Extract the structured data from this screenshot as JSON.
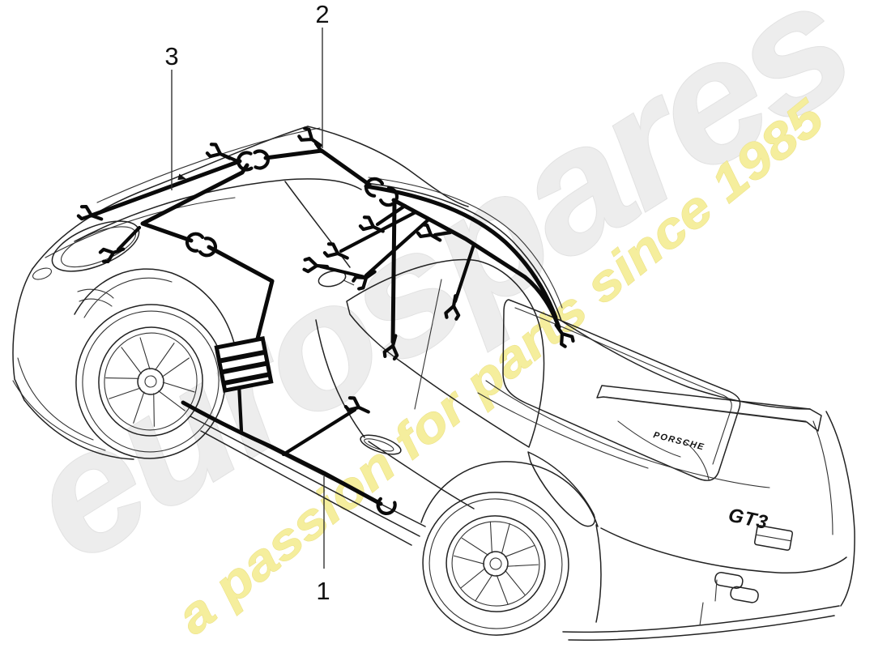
{
  "diagram": {
    "background_color": "#ffffff",
    "line_color": "#222222",
    "harness_color": "#0a0a0a",
    "callouts": [
      {
        "number": "1"
      },
      {
        "number": "2"
      },
      {
        "number": "3"
      }
    ],
    "badges": {
      "spoiler_script": "PORSCHE",
      "engine_lid_badge": "GT3"
    },
    "watermark": {
      "brand": "eurospares",
      "tagline": "a passion for parts since 1985",
      "brand_color": "#ededed",
      "tagline_color": "#f5ee9d"
    }
  }
}
